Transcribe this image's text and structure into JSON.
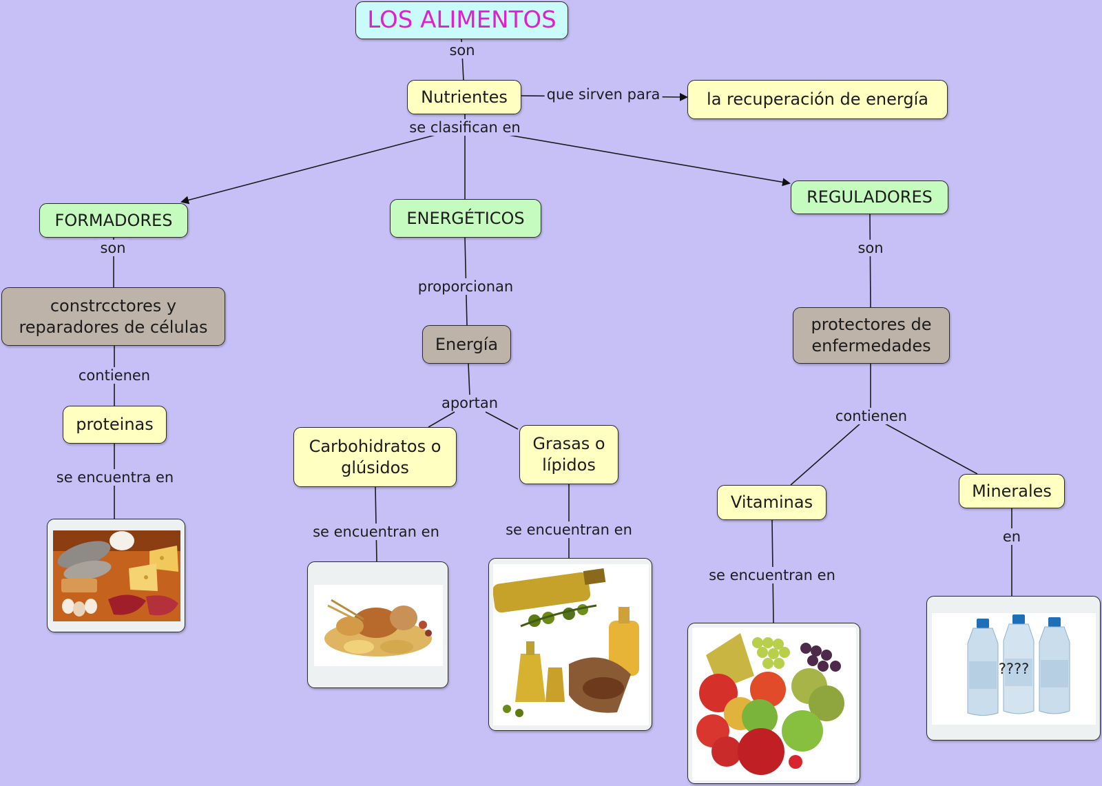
{
  "nodes": {
    "title": "LOS ALIMENTOS",
    "nutrientes": "Nutrientes",
    "recuperacion": "la recuperación de energía",
    "formadores": "FORMADORES",
    "energeticos": "ENERGÉTICOS",
    "reguladores": "REGULADORES",
    "constructores": "constrcctores y reparadores de células",
    "energia": "Energía",
    "protectores": "protectores de enfermedades",
    "proteinas": "proteinas",
    "carbohidratos": "Carbohidratos o glúsidos",
    "grasas": "Grasas o lípidos",
    "vitaminas": "Vitaminas",
    "minerales": "Minerales"
  },
  "links": {
    "son_1": "son",
    "sirven": "que sirven para",
    "clasifican": "se clasifican en",
    "son_2": "son",
    "proporcionan": "proporcionan",
    "son_3": "son",
    "contienen_1": "contienen",
    "aportan": "aportan",
    "contienen_2": "contienen",
    "encuentra_1": "se encuentra en",
    "encuentran_2": "se encuentran en",
    "encuentran_3": "se encuentran en",
    "encuentran_4": "se encuentran en",
    "en": "en"
  },
  "images": {
    "formadores_img": "protein-foods-image",
    "carbohidratos_img": "grains-breads-image",
    "grasas_img": "olive-oil-image",
    "vitaminas_img": "fruits-image",
    "minerales_img": "water-bottles-image",
    "minerales_overlay": "????"
  },
  "colors": {
    "background": "#c7c0f6",
    "title_text": "#e01fd0",
    "title_box": "#c9fbfb",
    "yellow_box": "#ffffc2",
    "green_box": "#c6fbbf",
    "brown_box": "#bdb3a9"
  }
}
